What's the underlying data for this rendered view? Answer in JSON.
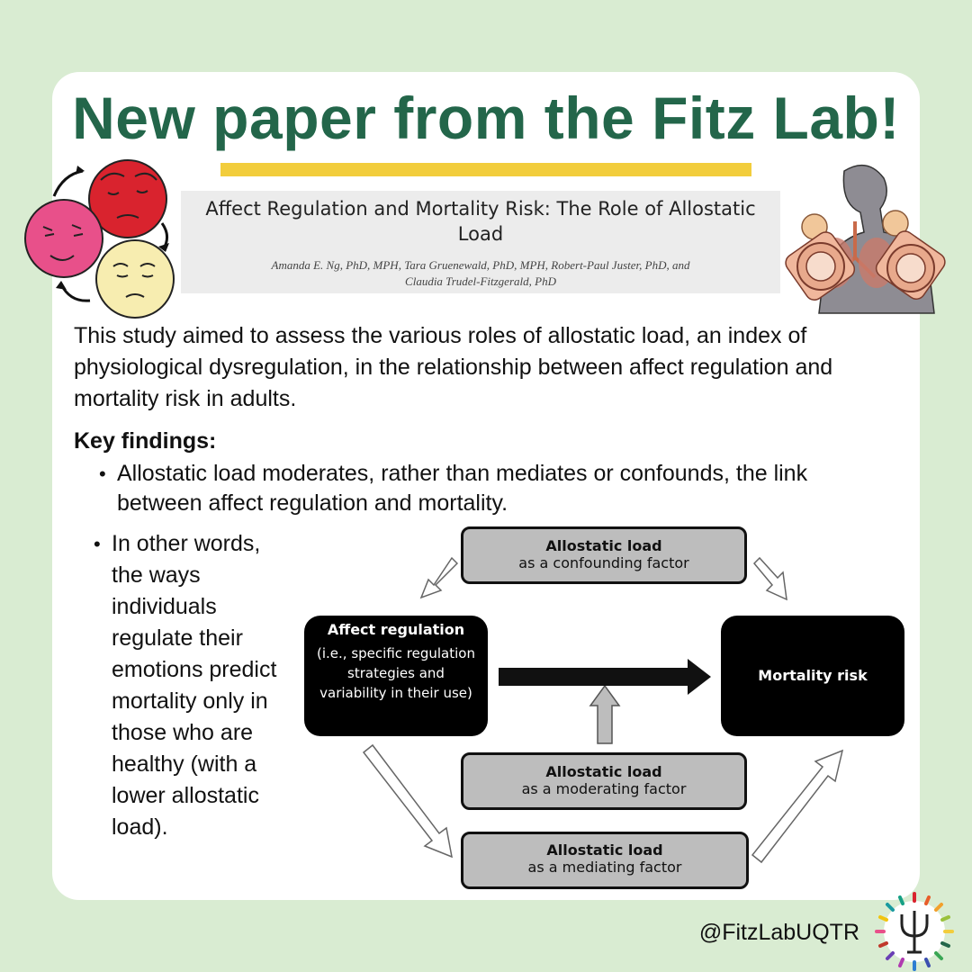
{
  "headline": "New paper from the Fitz Lab!",
  "paper": {
    "title": "Affect Regulation and Mortality Risk: The Role of Allostatic Load",
    "authors_line1": "Amanda E. Ng, PhD, MPH, Tara Gruenewald, PhD, MPH, Robert-Paul Juster, PhD, and",
    "authors_line2": "Claudia Trudel-Fitzgerald, PhD"
  },
  "intro": "This study aimed to assess the various roles of allostatic load, an index of physiological dysregulation, in the relationship between affect regulation and mortality risk in adults.",
  "key_findings": {
    "heading": "Key findings:",
    "bullets": [
      "Allostatic load moderates, rather than mediates or confounds, the link between affect regulation and mortality.",
      "In other words, the ways individuals regulate their emotions predict mortality only in those who are healthy (with a lower allostatic load)."
    ]
  },
  "diagram": {
    "confounding": {
      "title": "Allostatic load",
      "sub": "as a confounding factor"
    },
    "affect": {
      "title": "Affect regulation",
      "sub": "(i.e., specific regulation strategies and variability in their use)"
    },
    "mortality": {
      "title": "Mortality risk"
    },
    "moderating": {
      "title": "Allostatic load",
      "sub": "as a moderating factor"
    },
    "mediating": {
      "title": "Allostatic load",
      "sub": "as a mediating factor"
    }
  },
  "handle": "@FitzLabUQTR",
  "icons": {
    "left": "emotion-faces-icon",
    "right": "respiratory-system-icon",
    "logo": "fitz-lab-psi-logo"
  },
  "colors": {
    "background": "#d9ecd2",
    "headline": "#23664a",
    "accent_bar": "#f2cd3c",
    "box_gray": "#bdbdbd"
  }
}
